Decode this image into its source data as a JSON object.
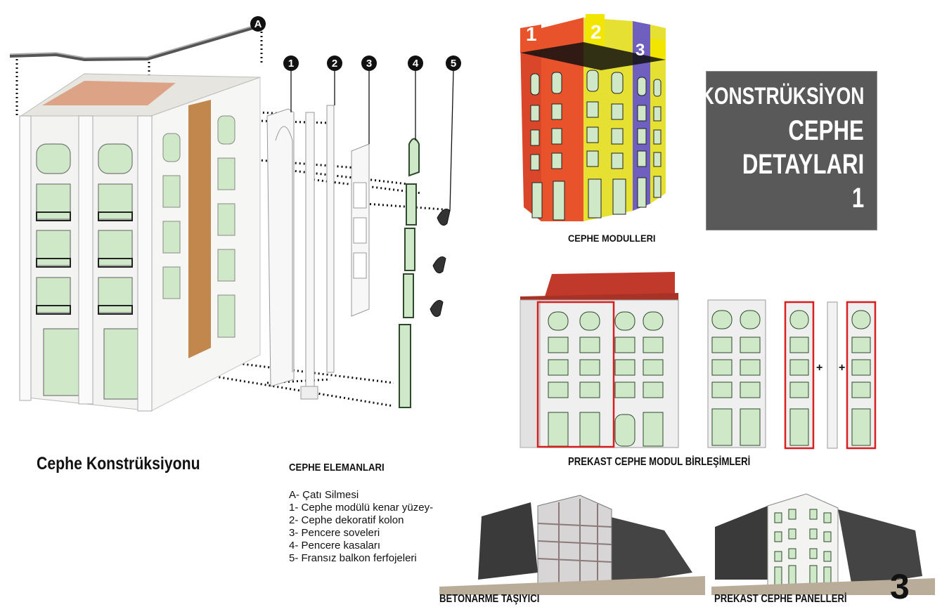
{
  "title_box": {
    "line1": "KONSTRÜKSİYON",
    "line2": "CEPHE",
    "line3": "DETAYLARI",
    "line4": "1"
  },
  "construction_caption": "Cephe Konstrüksiyonu",
  "elements": {
    "heading": "CEPHE ELEMANLARI",
    "items": [
      "A- Çatı Silmesi",
      "1-  Cephe modülü kenar yüzey-",
      "2-  Cephe dekoratif kolon",
      "3-  Pencere soveleri",
      "4-  Pencere kasaları",
      "5-  Fransız balkon ferfojeleri"
    ]
  },
  "exploded_markers": [
    "A",
    "1",
    "2",
    "3",
    "4",
    "5"
  ],
  "module_numbers": [
    "1",
    "2",
    "3"
  ],
  "captions": {
    "modules": "CEPHE MODULLERI",
    "prekast_combinations": "PREKAST CEPHE MODUL BİRLEŞİMLERİ",
    "concrete_frame": "BETONARME TAŞIYICI",
    "prekast_panels": "PREKAST CEPHE PANELLERİ"
  },
  "plus_signs": [
    "+",
    "+"
  ],
  "page_number": "3",
  "colors": {
    "module_1": "#e8532b",
    "module_2": "#f2e600",
    "module_3": "#6f5fbf",
    "roof": "#c0392b",
    "title_box": "#5a5959",
    "glass": "#cfe8c8",
    "timber": "#b8732e",
    "highlight_frame": "#d81e1e"
  }
}
